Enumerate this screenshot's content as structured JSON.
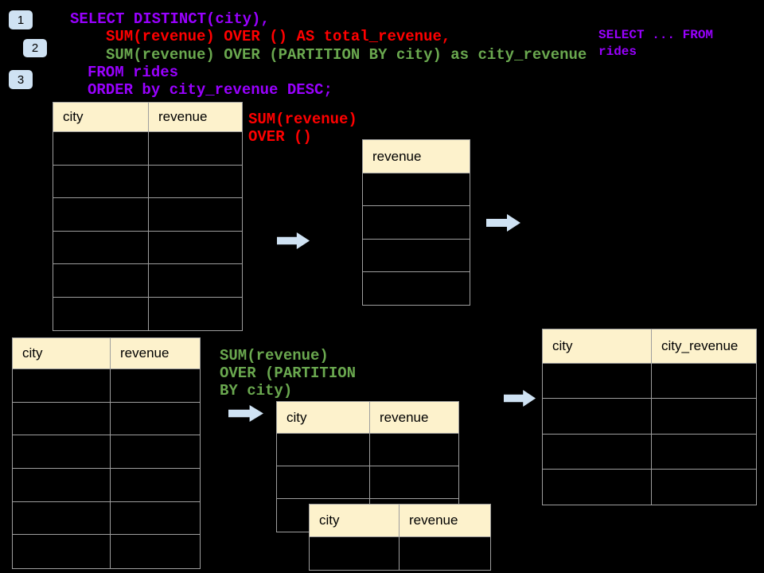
{
  "colors": {
    "background": "#000000",
    "sql_purple": "#9900ff",
    "sql_red": "#ff0000",
    "sql_green": "#6aa84f",
    "badge_fill": "#cfe2f3",
    "arrow_fill": "#cfe2f3",
    "table_header_fill": "#fdf2cc",
    "table_border": "#9e9e9e"
  },
  "step_badges": [
    {
      "label": "1"
    },
    {
      "label": "2"
    },
    {
      "label": "3"
    }
  ],
  "sql_code": {
    "lines": [
      {
        "text": "SELECT DISTINCT(city),",
        "color": "#9900ff"
      },
      {
        "text": "SUM(revenue) OVER () AS total_revenue,",
        "color": "#ff0000"
      },
      {
        "text": "SUM(revenue) OVER (PARTITION BY city) as city_revenue",
        "color": "#6aa84f"
      },
      {
        "text": "FROM rides",
        "color": "#9900ff"
      },
      {
        "text": "ORDER by city_revenue DESC;",
        "color": "#9900ff"
      }
    ]
  },
  "side_note": {
    "text": "SELECT ... FROM\nrides",
    "color": "#9900ff"
  },
  "annotations": {
    "total_revenue_label": {
      "text": "SUM(revenue)\nOVER ()",
      "color": "#ff0000"
    },
    "partition_label": {
      "text": "SUM(revenue)\nOVER (PARTITION\nBY city)",
      "color": "#6aa84f"
    }
  },
  "tables": {
    "source_top": {
      "headers": [
        "city",
        "revenue"
      ],
      "row_count": 6
    },
    "total_revenue": {
      "headers": [
        "revenue"
      ],
      "row_count": 4
    },
    "source_bottom": {
      "headers": [
        "city",
        "revenue"
      ],
      "row_count": 6
    },
    "partitioned": {
      "headers": [
        "city",
        "revenue"
      ],
      "row_count": 3
    },
    "partitioned_overlap": {
      "headers": [
        "city",
        "revenue"
      ],
      "row_count": 1
    },
    "result": {
      "headers": [
        "city",
        "city_revenue"
      ],
      "row_count": 4
    }
  }
}
